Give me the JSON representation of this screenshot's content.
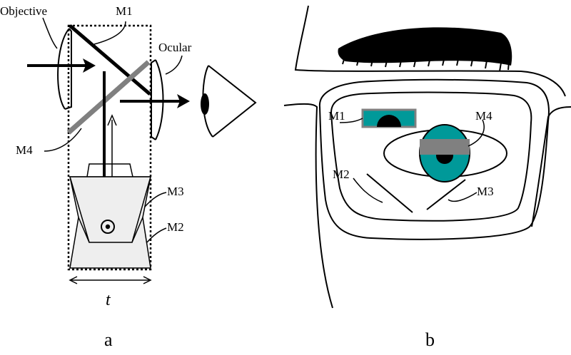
{
  "panel_a": {
    "labels": {
      "objective": "Objective",
      "m1": "M1",
      "ocular": "Ocular",
      "m4": "M4",
      "m3": "M3",
      "m2": "M2",
      "thickness": "t"
    },
    "caption": "a"
  },
  "panel_b": {
    "labels": {
      "m1": "M1",
      "m4": "M4",
      "m2": "M2",
      "m3": "M3"
    },
    "caption": "b"
  },
  "colors": {
    "iris": "#009999",
    "mirror_gray": "#808080",
    "block_fill": "#eeeeee",
    "ink": "#000000"
  }
}
